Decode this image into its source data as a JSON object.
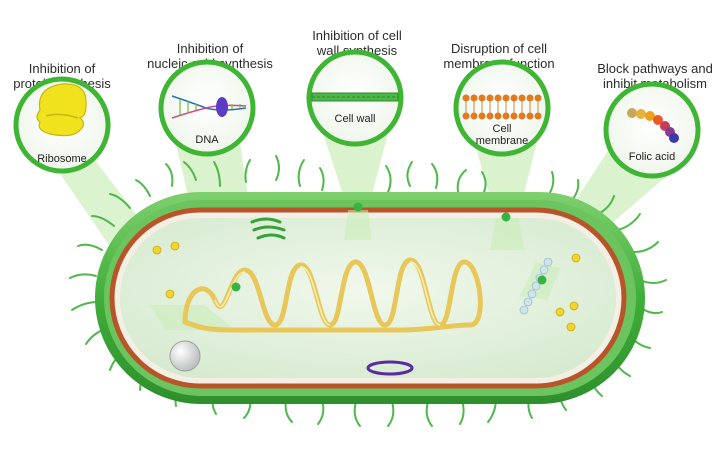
{
  "headings": [
    {
      "id": "protein",
      "lines": [
        "Inhibition of",
        "protein synthesis"
      ]
    },
    {
      "id": "nucleic",
      "lines": [
        "Inhibition of",
        "nucleic acid synthesis"
      ]
    },
    {
      "id": "cellwall",
      "lines": [
        "Inhibition of cell",
        "wall synthesis"
      ]
    },
    {
      "id": "membrane",
      "lines": [
        "Disruption of cell",
        "membrane function"
      ]
    },
    {
      "id": "metabolism",
      "lines": [
        "Block pathways and",
        "inhibit metabolism"
      ]
    }
  ],
  "insets": {
    "ribosome": "Ribosome",
    "dna": "DNA",
    "cell_wall": "Cell wall",
    "cell_membrane_1": "Cell",
    "cell_membrane_2": "membrane",
    "folic_acid": "Folic acid"
  },
  "colors": {
    "outer_wall": "#3fae3a",
    "membrane": "#b8542a",
    "cytoplasm": "#e4f1dc",
    "chromosome": "#e8c75a",
    "highlight": "#c9ecb6",
    "marker": "#35b345"
  }
}
